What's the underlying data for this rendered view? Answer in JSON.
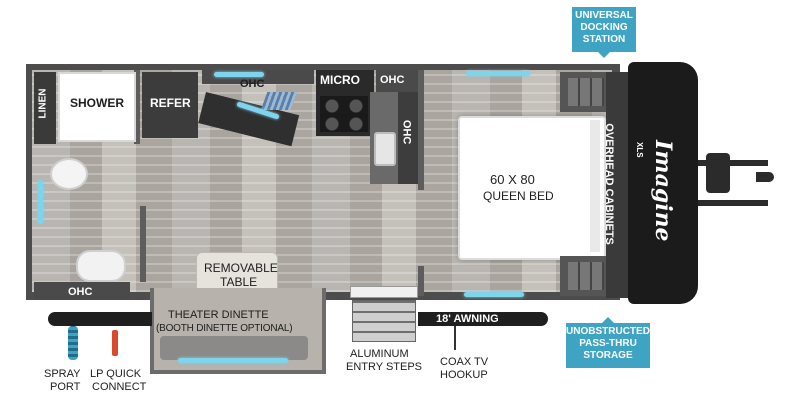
{
  "colors": {
    "accent": "#3fa4c4",
    "floor": "#b5b0aa",
    "cabinet": "#3a3a3a",
    "wall": "#5d5d5d",
    "window": "#7fd3ea"
  },
  "callouts": {
    "docking": [
      "UNIVERSAL",
      "DOCKING",
      "STATION"
    ],
    "storage": [
      "UNOBSTRUCTED",
      "PASS-THRU",
      "STORAGE"
    ]
  },
  "rooms": {
    "linen": "LINEN",
    "shower": "SHOWER",
    "refer": "REFER",
    "ohc_top_left": "OHC",
    "micro": "MICRO",
    "ohc_top_right": "OHC",
    "ohc_side": "OHC",
    "bed_size": "60 x 80",
    "bed_name": "QUEEN BED",
    "overhead_cabinets": "OVERHEAD CABINETS",
    "removable_table": [
      "REMOVABLE",
      "TABLE"
    ],
    "ohc_bottom": "OHC",
    "dinette": "THEATER DINETTE",
    "dinette_optional": "(BOOTH DINETTE OPTIONAL)",
    "awning": "18' AWNING"
  },
  "exterior": {
    "spray_port": [
      "SPRAY",
      "PORT"
    ],
    "lp_quick_connect": [
      "LP QUICK",
      "CONNECT"
    ],
    "aluminum_steps": [
      "ALUMINUM",
      "ENTRY STEPS"
    ],
    "coax": [
      "COAX TV",
      "HOOKUP"
    ]
  },
  "logo": {
    "brand": "Imagine",
    "sub": "XLS"
  }
}
